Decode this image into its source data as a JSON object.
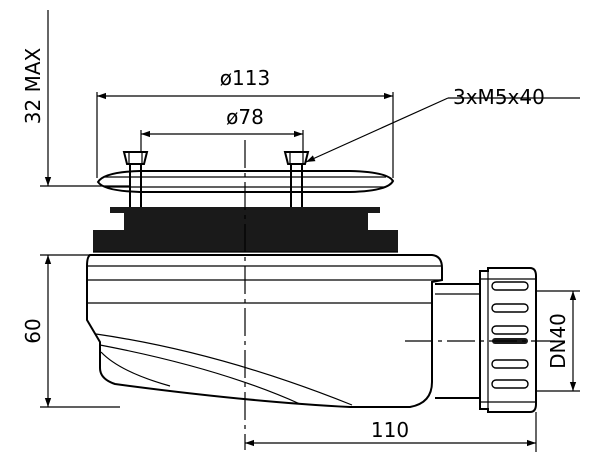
{
  "dimensions": {
    "outer_diameter": "ø113",
    "inner_diameter": "ø78",
    "screws": "3xM5x40",
    "height_top": "32 MAX",
    "height_body": "60",
    "outlet_length": "110",
    "outlet_size": "DN40"
  },
  "colors": {
    "line": "#000000",
    "fill_dark": "#1a1a1a",
    "background": "#ffffff"
  }
}
